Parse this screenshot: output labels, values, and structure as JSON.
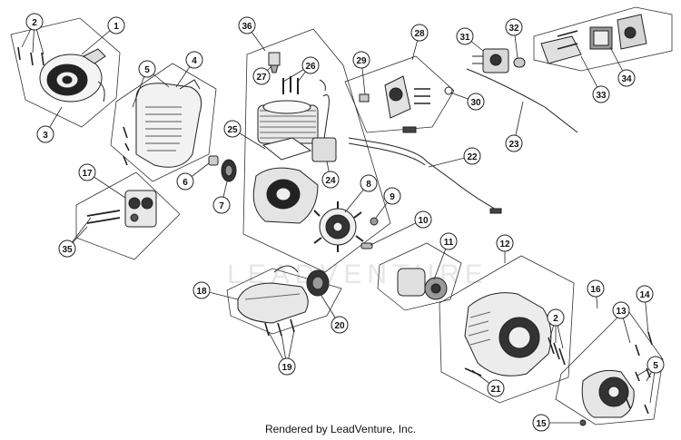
{
  "diagram": {
    "watermark": "LEADVENTURE",
    "footer": "Rendered by LeadVenture, Inc.",
    "callouts": {
      "c1": "1",
      "c2a": "2",
      "c2b": "2",
      "c3": "3",
      "c4": "4",
      "c5a": "5",
      "c5b": "5",
      "c6": "6",
      "c7": "7",
      "c8": "8",
      "c9": "9",
      "c10": "10",
      "c11": "11",
      "c12": "12",
      "c13": "13",
      "c14": "14",
      "c15": "15",
      "c16": "16",
      "c17": "17",
      "c18": "18",
      "c19": "19",
      "c20": "20",
      "c21": "21",
      "c22": "22",
      "c23": "23",
      "c24": "24",
      "c25": "25",
      "c26": "26",
      "c27": "27",
      "c28": "28",
      "c29": "29",
      "c30": "30",
      "c31": "31",
      "c32": "32",
      "c33": "33",
      "c34": "34",
      "c35": "35",
      "c36": "36"
    }
  }
}
